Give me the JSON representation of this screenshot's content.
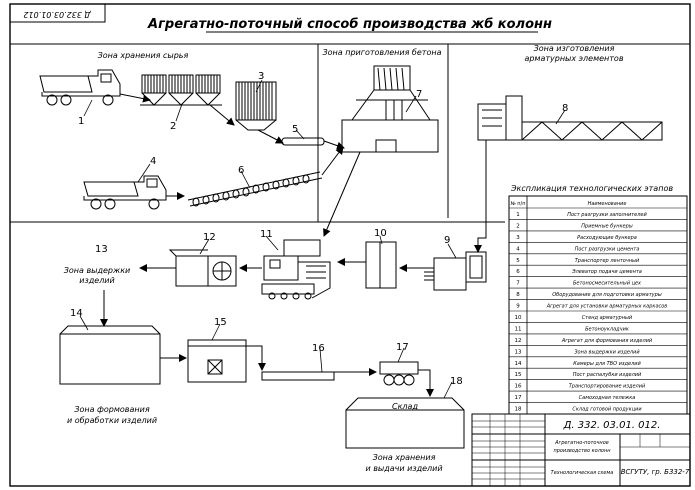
{
  "title": "Агрегатно-поточный способ производства жб колонн",
  "stamp": "Д 332.03.01.012",
  "zones": {
    "raw": "Зона хранения сырья",
    "concrete": "Зона приготовления бетона",
    "rebar_1": "Зона изготовления",
    "rebar_2": "арматурных элементов",
    "curing_1": "Зона выдержки",
    "curing_2": "изделий",
    "forming_1": "Зона формования",
    "forming_2": "и обработки изделий",
    "storage_1": "Зона хранения",
    "storage_2": "и выдачи изделий",
    "warehouse": "Склад"
  },
  "numbers": [
    "1",
    "2",
    "3",
    "4",
    "5",
    "6",
    "7",
    "8",
    "9",
    "10",
    "11",
    "12",
    "13",
    "14",
    "15",
    "16",
    "17",
    "18"
  ],
  "explication": {
    "title": "Экспликация технологических этапов",
    "col_num": "№ п/п",
    "col_name": "Наименование",
    "rows": [
      [
        "1",
        "Пост разгрузки заполнителей"
      ],
      [
        "2",
        "Приемные бункеры"
      ],
      [
        "3",
        "Расходующие бункера"
      ],
      [
        "4",
        "Пост разгрузки цемента"
      ],
      [
        "5",
        "Транспортер ленточный"
      ],
      [
        "6",
        "Элеватор подачи цемента"
      ],
      [
        "7",
        "Бетоносмесительный цех"
      ],
      [
        "8",
        "Оборудование для подготовки арматуры"
      ],
      [
        "9",
        "Агрегат для установки арматурных каркасов"
      ],
      [
        "10",
        "Стенд арматурный"
      ],
      [
        "11",
        "Бетоноукладчик"
      ],
      [
        "12",
        "Агрегат для формования изделий"
      ],
      [
        "13",
        "Зона выдержки изделий"
      ],
      [
        "14",
        "Камеры для ТВО изделий"
      ],
      [
        "15",
        "Пост распалубки изделий"
      ],
      [
        "16",
        "Транспортирование изделий"
      ],
      [
        "17",
        "Самоходная тележка"
      ],
      [
        "18",
        "Склад готовой продукции"
      ]
    ]
  },
  "titleblock": {
    "code": "Д. 332. 03.01. 012.",
    "desc_1": "Агрегатно-поточное",
    "desc_2": "производство колонн",
    "sheet": "Технологическая схема",
    "org": "ВСГУТУ, гр. Б332-7"
  }
}
